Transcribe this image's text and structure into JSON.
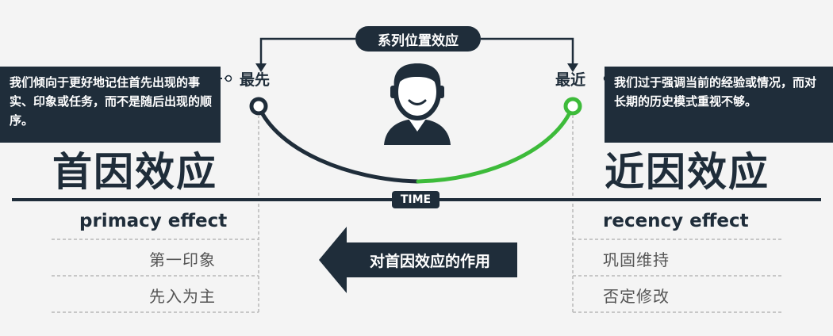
{
  "header": {
    "title": "系列位置效应"
  },
  "left": {
    "endpoint_label": "最先",
    "description": "我们倾向于更好地记住首先出现的事实、印象或任务，而不是随后出现的顺序。",
    "title_cn": "首因效应",
    "title_en": "primacy effect",
    "items": [
      "第一印象",
      "先入为主"
    ]
  },
  "right": {
    "endpoint_label": "最近",
    "description": "我们过于强调当前的经验或情况，而对长期的历史模式重视不够。",
    "title_cn": "近因效应",
    "title_en": "recency effect",
    "items": [
      "巩固维持",
      "否定修改"
    ]
  },
  "axis": {
    "label": "TIME"
  },
  "arrow": {
    "label": "对首因效应的作用"
  },
  "colors": {
    "dark": "#1f2d3a",
    "green": "#3dbb3a",
    "text_gray": "#555555",
    "dash": "#b8b8b8",
    "background": "#f4f4f4"
  },
  "icons": {
    "center": "person-avatar-icon"
  }
}
